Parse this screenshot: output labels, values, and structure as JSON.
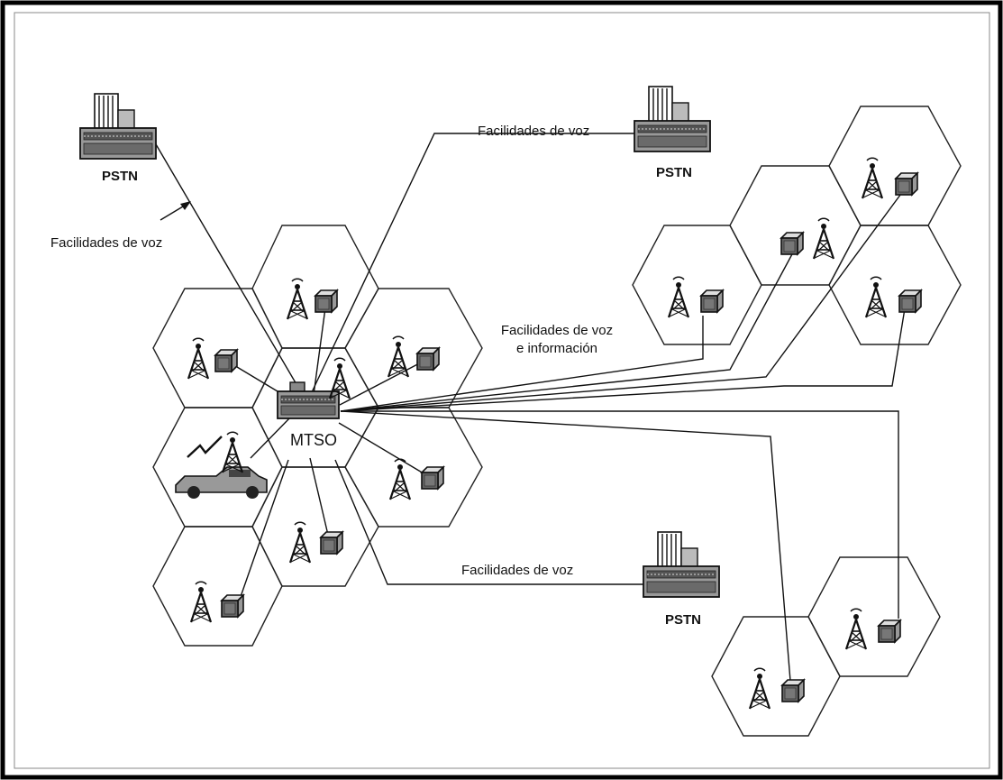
{
  "labels": {
    "pstn_top_left": "PSTN",
    "pstn_top_center": "PSTN",
    "pstn_bottom": "PSTN",
    "voz_left": "Facilidades de voz",
    "voz_top": "Facilidades de voz",
    "voz_info_line1": "Facilidades de voz",
    "voz_info_line2": "e información",
    "voz_bottom": "Facilidades de voz",
    "mtso": "MTSO"
  },
  "colors": {
    "frame": "#000000",
    "line": "#111111",
    "cell_stroke": "#222222",
    "equipment_fill": "#555555"
  }
}
